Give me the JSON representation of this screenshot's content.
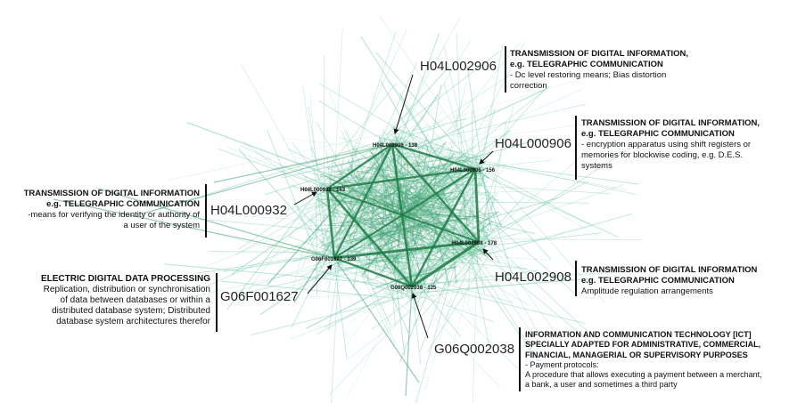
{
  "nodes": [
    {
      "id": "H04L002906",
      "label": "H04L002906 - 138",
      "annotation_code": "H04L002906",
      "title": "TRANSMISSION OF DIGITAL INFORMATION,\ne.g. TELEGRAPHIC COMMUNICATION",
      "desc": "- Dc level restoring means; Bias distortion\ncorrection"
    },
    {
      "id": "H04L000906",
      "label": "H04L000906 - 156",
      "annotation_code": "H04L000906",
      "title": "TRANSMISSION OF DIGITAL INFORMATION,\ne.g. TELEGRAPHIC COMMUNICATION",
      "desc": "- encryption apparatus using shift registers or\nmemories for blockwise coding, e.g. D.E.S.\nsystems"
    },
    {
      "id": "H04L000932",
      "label": "H04L000932 - 163",
      "annotation_code": "H04L000932",
      "title": "TRANSMISSION OF DIGITAL INFORMATION\ne.g. TELEGRAPHIC COMMUNICATION",
      "desc": "-means for verifying the identity or authority of\na user of the system"
    },
    {
      "id": "H04L002908",
      "label": "H04L002908 - 178",
      "annotation_code": "H04L002908",
      "title": "TRANSMISSION OF DIGITAL INFORMATION\ne.g. TELEGRAPHIC COMMUNICATION",
      "desc": "Amplitude regulation arrangements"
    },
    {
      "id": "G06F001627",
      "label": "G06F001627 - 139",
      "annotation_code": "G06F001627",
      "title": "ELECTRIC DIGITAL DATA PROCESSING",
      "desc": "Replication, distribution or synchronisation\nof data between databases or within a\ndistributed database system; Distributed\ndatabase system architectures therefor"
    },
    {
      "id": "G06Q002038",
      "label": "G06Q002038 - 125",
      "annotation_code": "G06Q002038",
      "title": "INFORMATION AND COMMUNICATION TECHNOLOGY [ICT]\nSPECIALLY ADAPTED FOR ADMINISTRATIVE, COMMERCIAL,\nFINANCIAL, MANAGERIAL OR SUPERVISORY PURPOSES",
      "desc": "- Payment protocols:\nA procedure that allows executing a payment between a merchant,\na bank, a user and sometimes a third party"
    }
  ],
  "colors": {
    "edge_light": "#7ccbb0",
    "edge_dark": "#1f7a44",
    "edge_mid": "#3fa070",
    "text": "#111111"
  }
}
